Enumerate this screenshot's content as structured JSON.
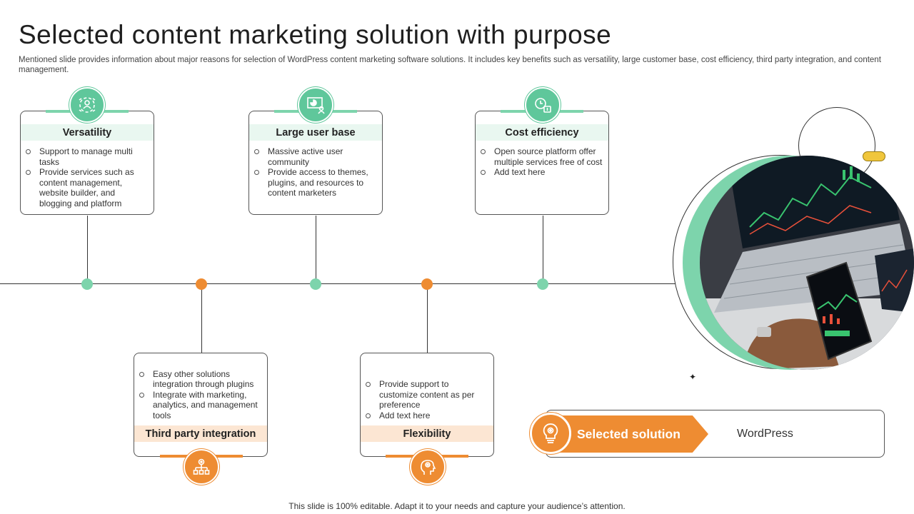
{
  "title": "Selected content marketing solution with purpose",
  "subtitle": "Mentioned slide provides information about major reasons for selection of WordPress content marketing software solutions. It includes key benefits such as versatility, large customer base, cost efficiency, third party integration, and content management.",
  "cards": {
    "versatility": {
      "heading": "Versatility",
      "bullets": [
        "Support to manage multi tasks",
        "Provide services such as content management, website builder, and blogging and platform"
      ],
      "icon": "people-network-icon"
    },
    "large_user_base": {
      "heading": "Large user base",
      "bullets": [
        "Massive active user community",
        "Provide access to themes, plugins, and resources to content marketers"
      ],
      "icon": "presentation-chart-icon"
    },
    "cost_efficiency": {
      "heading": "Cost efficiency",
      "bullets": [
        "Open source platform offer multiple services free of cost",
        "Add text here"
      ],
      "icon": "money-clock-icon"
    },
    "third_party": {
      "heading": "Third party integration",
      "bullets": [
        "Easy other solutions integration through plugins",
        "Integrate with marketing, analytics, and management tools"
      ],
      "icon": "gear-hierarchy-icon"
    },
    "flexibility": {
      "heading": "Flexibility",
      "bullets": [
        "Provide support to customize content as per preference",
        "Add text here"
      ],
      "icon": "head-gear-icon"
    }
  },
  "selected": {
    "label": "Selected solution",
    "value": "WordPress",
    "icon": "lightbulb-gear-icon"
  },
  "sparkle": "✦",
  "footer": "This slide is 100% editable. Adapt it to your needs and capture your audience’s attention.",
  "colors": {
    "green": "#7dd4ac",
    "green_dark": "#5fc79b",
    "green_tint": "#e9f7f0",
    "orange": "#ee8c32",
    "orange_tint": "#fce6d3",
    "lamp_yellow": "#f0c63c"
  }
}
